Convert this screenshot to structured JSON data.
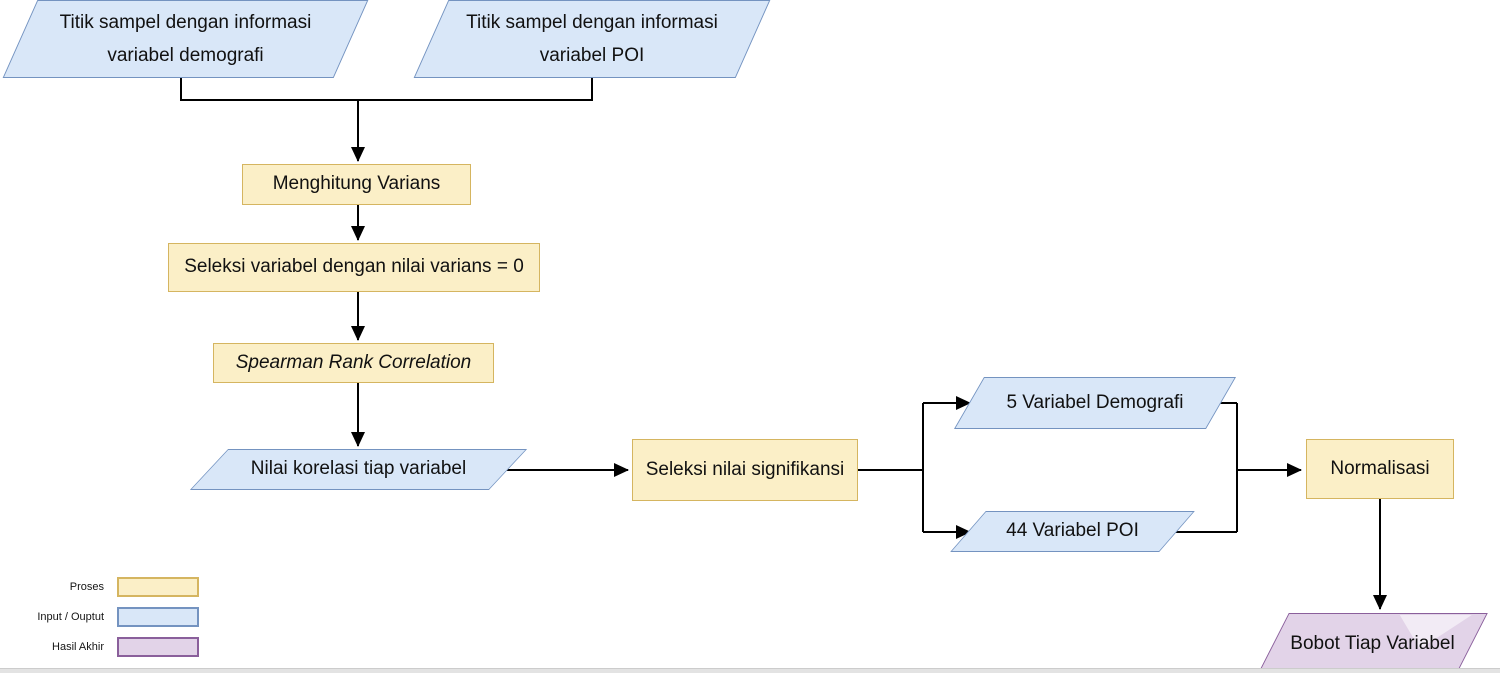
{
  "nodes": {
    "input_demografi": {
      "line1": "Titik sampel dengan informasi",
      "line2": "variabel demografi"
    },
    "input_poi": {
      "line1": "Titik sampel dengan informasi",
      "line2": "variabel POI"
    },
    "menghitung_varians": {
      "label": "Menghitung Varians"
    },
    "seleksi_varians": {
      "label": "Seleksi variabel dengan nilai varians = 0"
    },
    "spearman": {
      "label": "Spearman Rank Correlation"
    },
    "nilai_korelasi": {
      "label": "Nilai korelasi tiap variabel"
    },
    "seleksi_signifikansi": {
      "label": "Seleksi nilai signifikansi"
    },
    "variabel_demografi": {
      "label": "5 Variabel Demografi"
    },
    "variabel_poi": {
      "label": "44 Variabel POI"
    },
    "normalisasi": {
      "label": "Normalisasi"
    },
    "bobot_tiap_variabel": {
      "label": "Bobot Tiap Variabel"
    }
  },
  "legend": {
    "items": [
      {
        "label": "Proses",
        "fill": "#FBEFC7",
        "border": "#D5B560"
      },
      {
        "label": "Input / Ouptut",
        "fill": "#D9E7F8",
        "border": "#7493C0"
      },
      {
        "label": "Hasil Akhir",
        "fill": "#E2D3E8",
        "border": "#8A5F9B"
      }
    ]
  },
  "colors": {
    "process_fill": "#FBEFC7",
    "process_border": "#D5B560",
    "io_fill": "#D9E7F8",
    "io_border": "#7493C0",
    "final_fill": "#E2D3E8",
    "final_border": "#8A5F9B",
    "connector": "#000000",
    "background": "#FFFFFF"
  }
}
